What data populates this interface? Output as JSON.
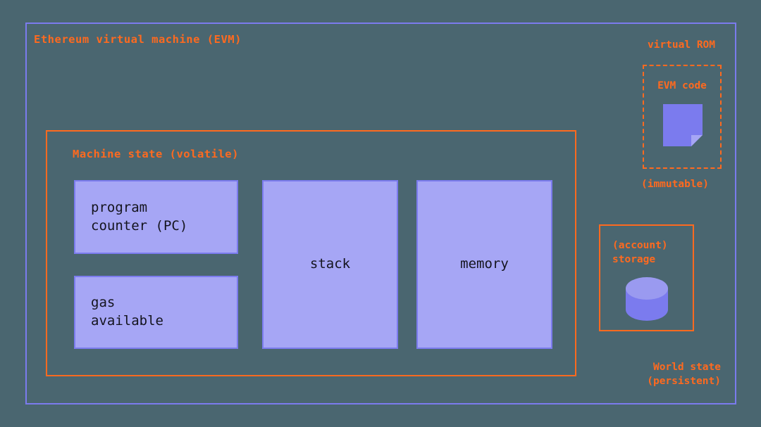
{
  "diagram": {
    "title": "Ethereum virtual machine (EVM)",
    "background_color": "#4a6670",
    "accent_orange": "#ff6a1f",
    "accent_purple": "#7b7bee",
    "box_fill": "#a6a6f5"
  },
  "evm": {
    "title": "Ethereum virtual machine (EVM)"
  },
  "machine_state": {
    "title": "Machine state (volatile)",
    "boxes": [
      {
        "id": "program-counter",
        "line1": "program",
        "line2": "counter (PC)"
      },
      {
        "id": "gas-available",
        "line1": "gas",
        "line2": "available"
      },
      {
        "id": "stack",
        "label": "stack"
      },
      {
        "id": "memory",
        "label": "memory"
      }
    ]
  },
  "virtual_rom": {
    "label": "virtual ROM",
    "code_label": "EVM code",
    "note": "(immutable)",
    "icon": "document-icon"
  },
  "storage": {
    "line1": "(account)",
    "line2": "storage",
    "icon": "database-icon"
  },
  "world_state": {
    "line1": "World state",
    "line2": "(persistent)"
  }
}
